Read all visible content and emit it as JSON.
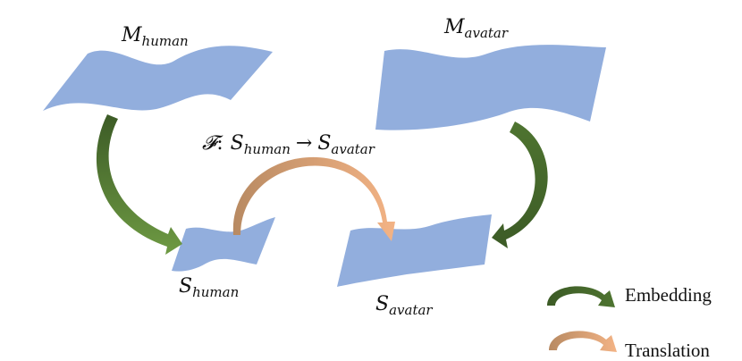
{
  "colors": {
    "sheet": "#92aedd",
    "embedding_dark": "#3c5b26",
    "embedding_light": "#6e9a43",
    "translation_dark": "#b88a62",
    "translation_light": "#f3b385"
  },
  "labels": {
    "m_human": {
      "base": "M",
      "sub": "human"
    },
    "m_avatar": {
      "base": "M",
      "sub": "avatar"
    },
    "s_human": {
      "base": "S",
      "sub": "human"
    },
    "s_avatar": {
      "base": "S",
      "sub": "avatar"
    },
    "mapping": {
      "func": "𝓕",
      "colon": ":",
      "from_base": "S",
      "from_sub": "human",
      "arrow": "→",
      "to_base": "S",
      "to_sub": "avatar"
    }
  },
  "legend": {
    "embedding": "Embedding",
    "translation": "Translation"
  }
}
